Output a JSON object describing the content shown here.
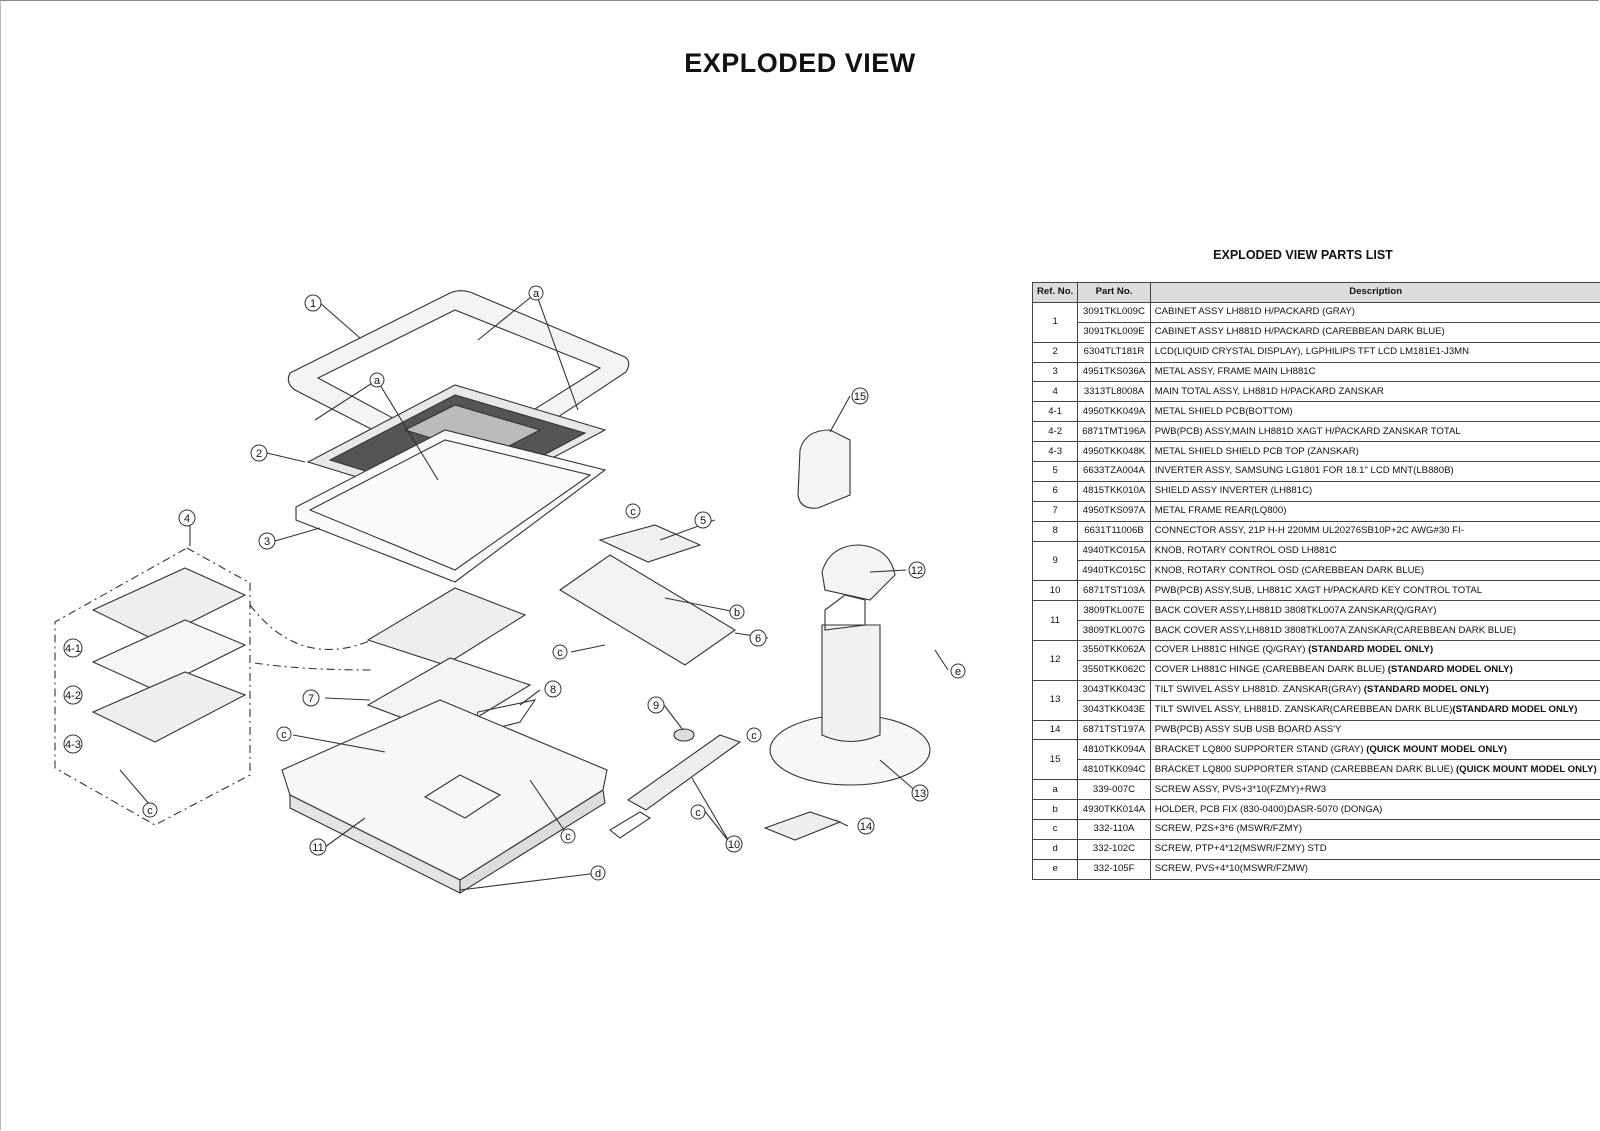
{
  "title": "EXPLODED VIEW",
  "parts_list": {
    "title": "EXPLODED VIEW PARTS LIST",
    "headers": {
      "ref": "Ref. No.",
      "part": "Part No.",
      "desc": "Description"
    },
    "rows": [
      {
        "ref": "1",
        "span": 2,
        "part": "3091TKL009C",
        "desc": "CABINET ASSY LH881D H/PACKARD (GRAY)"
      },
      {
        "part": "3091TKL009E",
        "desc": "CABINET ASSY LH881D H/PACKARD (CAREBBEAN DARK BLUE)"
      },
      {
        "ref": "2",
        "span": 1,
        "part": "6304TLT181R",
        "desc": "LCD(LIQUID CRYSTAL DISPLAY), LGPHILIPS TFT LCD LM181E1-J3MN"
      },
      {
        "ref": "3",
        "span": 1,
        "part": "4951TKS036A",
        "desc": "METAL ASSY, FRAME MAIN LH881C"
      },
      {
        "ref": "4",
        "span": 1,
        "part": "3313TL8008A",
        "desc": "MAIN TOTAL ASSY, LH881D H/PACKARD ZANSKAR"
      },
      {
        "ref": "4-1",
        "span": 1,
        "part": "4950TKK049A",
        "desc": "METAL  SHIELD PCB(BOTTOM)"
      },
      {
        "ref": "4-2",
        "span": 1,
        "part": "6871TMT196A",
        "desc": "PWB(PCB) ASSY,MAIN LH881D XAGT H/PACKARD ZANSKAR TOTAL"
      },
      {
        "ref": "4-3",
        "span": 1,
        "part": "4950TKK048K",
        "desc": "METAL SHIELD SHIELD PCB TOP (ZANSKAR)"
      },
      {
        "ref": "5",
        "span": 1,
        "part": "6633TZA004A",
        "desc": "INVERTER ASSY, SAMSUNG LG1801 FOR 18.1\" LCD MNT(LB880B)"
      },
      {
        "ref": "6",
        "span": 1,
        "part": "4815TKK010A",
        "desc": "SHIELD ASSY INVERTER (LH881C)"
      },
      {
        "ref": "7",
        "span": 1,
        "part": "4950TKS097A",
        "desc": "METAL  FRAME REAR(LQ800)"
      },
      {
        "ref": "8",
        "span": 1,
        "part": "6631T11006B",
        "desc": "CONNECTOR ASSY, 21P H-H 220MM UL20276SB10P+2C AWG#30 FI-"
      },
      {
        "ref": "9",
        "span": 2,
        "part": "4940TKC015A",
        "desc": "KNOB, ROTARY CONTROL OSD LH881C"
      },
      {
        "part": "4940TKC015C",
        "desc": "KNOB, ROTARY CONTROL OSD (CAREBBEAN DARK BLUE)"
      },
      {
        "ref": "10",
        "span": 1,
        "part": "6871TST103A",
        "desc": "PWB(PCB) ASSY,SUB, LH881C XAGT H/PACKARD KEY CONTROL TOTAL"
      },
      {
        "ref": "11",
        "span": 2,
        "part": "3809TKL007E",
        "desc": "BACK COVER ASSY,LH881D 3808TKL007A ZANSKAR(Q/GRAY)"
      },
      {
        "part": "3809TKL007G",
        "desc": "BACK COVER ASSY,LH881D 3808TKL007A ZANSKAR(CAREBBEAN DARK BLUE)"
      },
      {
        "ref": "12",
        "span": 2,
        "part": "3550TKK062A",
        "desc": "COVER LH881C HINGE (Q/GRAY) ",
        "bold": "(STANDARD MODEL ONLY)"
      },
      {
        "part": "3550TKK062C",
        "desc": "COVER LH881C HINGE (CAREBBEAN DARK BLUE) ",
        "bold": "(STANDARD MODEL ONLY)"
      },
      {
        "ref": "13",
        "span": 2,
        "part": "3043TKK043C",
        "desc": "TILT SWIVEL ASSY LH881D. ZANSKAR(GRAY) ",
        "bold": "(STANDARD MODEL ONLY)"
      },
      {
        "part": "3043TKK043E",
        "desc": "TILT SWIVEL ASSY, LH881D. ZANSKAR(CAREBBEAN DARK BLUE)",
        "bold": "(STANDARD MODEL ONLY)"
      },
      {
        "ref": "14",
        "span": 1,
        "part": "6871TST197A",
        "desc": "PWB(PCB) ASSY SUB USB BOARD ASS'Y"
      },
      {
        "ref": "15",
        "span": 2,
        "part": "4810TKK094A",
        "desc": "BRACKET LQ800 SUPPORTER STAND (GRAY) ",
        "bold": "(QUICK MOUNT MODEL ONLY)"
      },
      {
        "part": "4810TKK094C",
        "desc": "BRACKET LQ800 SUPPORTER STAND (CAREBBEAN DARK BLUE) ",
        "bold": "(QUICK MOUNT MODEL ONLY)"
      },
      {
        "ref": "a",
        "span": 1,
        "part": "339-007C",
        "desc": "SCREW ASSY, PVS+3*10(FZMY)+RW3"
      },
      {
        "ref": "b",
        "span": 1,
        "part": "4930TKK014A",
        "desc": "HOLDER, PCB FIX (830-0400)DASR-5070 (DONGA)"
      },
      {
        "ref": "c",
        "span": 1,
        "part": "332-110A",
        "desc": "SCREW, PZS+3*6 (MSWR/FZMY)"
      },
      {
        "ref": "d",
        "span": 1,
        "part": "332-102C",
        "desc": "SCREW, PTP+4*12(MSWR/FZMY) STD"
      },
      {
        "ref": "e",
        "span": 1,
        "part": "332-105F",
        "desc": "SCREW, PVS+4*10(MSWR/FZMW)"
      }
    ]
  },
  "diagram": {
    "callouts": {
      "c1": "1",
      "c2": "2",
      "c3": "3",
      "c4": "4",
      "c41": "4-1",
      "c42": "4-2",
      "c43": "4-3",
      "c5": "5",
      "c6": "6",
      "c7": "7",
      "c8": "8",
      "c9": "9",
      "c10": "10",
      "c11": "11",
      "c12": "12",
      "c13": "13",
      "c14": "14",
      "c15": "15",
      "a": "a",
      "b": "b",
      "c": "c",
      "d": "d",
      "e": "e"
    }
  }
}
